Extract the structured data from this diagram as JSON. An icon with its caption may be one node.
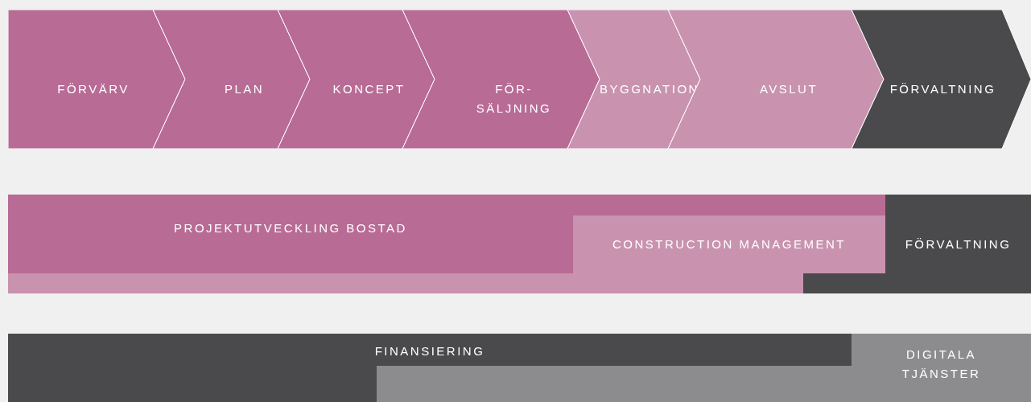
{
  "diagram": {
    "nodes": [
      {
        "text": [
          "FÖRVÄRV"
        ]
      },
      {
        "text": [
          "PLAN"
        ]
      },
      {
        "text": [
          "KONCEPT"
        ]
      },
      {
        "text": [
          "FÖR- SÄLJNING"
        ]
      },
      {
        "text": [
          "BYGGNATION"
        ]
      },
      {
        "text": [
          "AVSLUT"
        ]
      },
      {
        "text": [
          "FÖRVALTNING"
        ]
      },
      {
        "text": [
          "PROJEKTUTVECKLING BOSTAD"
        ]
      },
      {
        "text": [
          "CONSTRUCTION MANAGEMENT"
        ]
      },
      {
        "text": [
          "FÖRVALTNING"
        ]
      },
      {
        "text": [
          "FINANSIERING"
        ]
      },
      {
        "text": [
          "DIGITALA TJÄNSTER"
        ]
      }
    ]
  }
}
